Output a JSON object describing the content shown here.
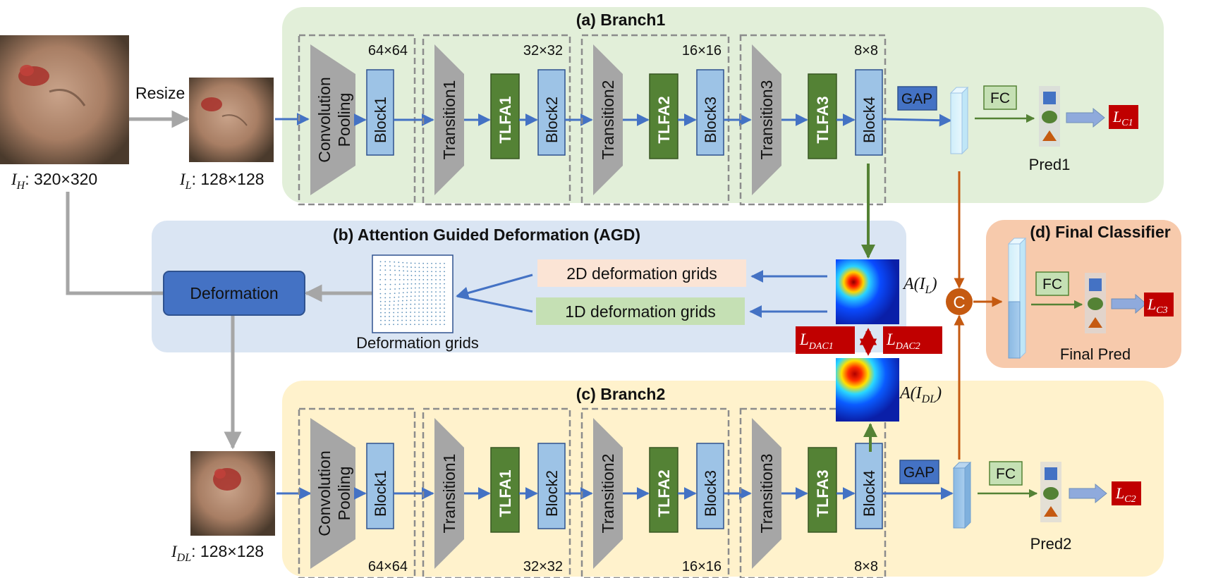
{
  "branch1": {
    "title": "(a) Branch1",
    "stages": [
      {
        "size": "64×64",
        "transition": "Convolution Pooling",
        "tlfa": "",
        "block": "Block1"
      },
      {
        "size": "32×32",
        "transition": "Transition1",
        "tlfa": "TLFA1",
        "block": "Block2"
      },
      {
        "size": "16×16",
        "transition": "Transition2",
        "tlfa": "TLFA2",
        "block": "Block3"
      },
      {
        "size": "8×8",
        "transition": "Transition3",
        "tlfa": "TLFA3",
        "block": "Block4"
      }
    ],
    "gap": "GAP",
    "fc": "FC",
    "pred": "Pred1",
    "loss": "L",
    "loss_sub": "C1"
  },
  "branch2": {
    "title": "(c) Branch2",
    "stages": [
      {
        "size": "64×64",
        "transition": "Convolution Pooling",
        "tlfa": "",
        "block": "Block1"
      },
      {
        "size": "32×32",
        "transition": "Transition1",
        "tlfa": "TLFA1",
        "block": "Block2"
      },
      {
        "size": "16×16",
        "transition": "Transition2",
        "tlfa": "TLFA2",
        "block": "Block3"
      },
      {
        "size": "8×8",
        "transition": "Transition3",
        "tlfa": "TLFA3",
        "block": "Block4"
      }
    ],
    "gap": "GAP",
    "fc": "FC",
    "pred": "Pred2",
    "loss": "L",
    "loss_sub": "C2"
  },
  "agd": {
    "title": "(b) Attention Guided Deformation (AGD)",
    "deformation": "Deformation",
    "grids_caption": "Deformation grids",
    "grid2d": "2D deformation grids",
    "grid1d": "1D deformation grids",
    "attn_top": "A(I",
    "attn_top_sub": "L",
    "attn_bottom": "A(I",
    "attn_bottom_sub": "DL",
    "loss_dac1": "L",
    "loss_dac1_sub": "DAC1",
    "loss_dac2": "L",
    "loss_dac2_sub": "DAC2"
  },
  "final": {
    "title": "(d) Final Classifier",
    "fc": "FC",
    "pred": "Final Pred",
    "concat": "C",
    "loss": "L",
    "loss_sub": "C3"
  },
  "inputs": {
    "resize": "Resize",
    "ih_label": "I",
    "ih_sub": "H",
    "ih_size": ": 320×320",
    "il_label": "I",
    "il_sub": "L",
    "il_size": ": 128×128",
    "idl_label": "I",
    "idl_sub": "DL",
    "idl_size": ": 128×128"
  },
  "colors": {
    "branch1_bg": "#e2efd9",
    "branch2_bg": "#fff2cc",
    "agd_bg": "#dae5f3",
    "final_bg": "#f7caac",
    "block": "#9dc3e6",
    "tlfa": "#548235",
    "deformation": "#4472c4",
    "arrow_blue": "#4472c4",
    "arrow_green": "#548235",
    "arrow_orange": "#c55a11",
    "loss_red": "#c00000"
  }
}
